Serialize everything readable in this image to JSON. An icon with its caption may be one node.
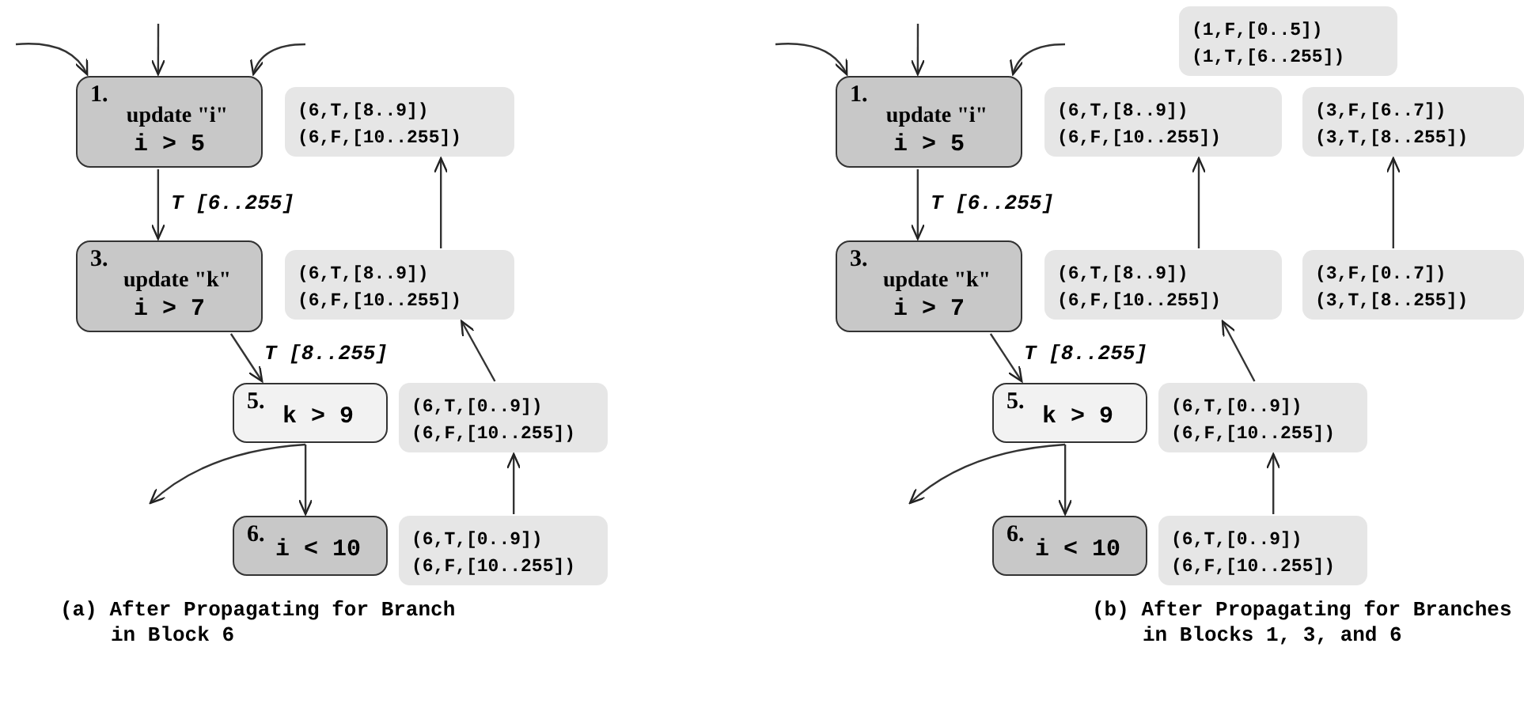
{
  "diagram": {
    "nodes": [
      {
        "text": [
          "1.",
          "update \"i\"",
          "i > 5"
        ]
      },
      {
        "text": [
          "(6,T,[8..9])",
          "(6,F,[10..255])"
        ]
      },
      {
        "text": [
          "3.",
          "update \"k\"",
          "i > 7"
        ]
      },
      {
        "text": [
          "(6,T,[8..9])",
          "(6,F,[10..255])"
        ]
      },
      {
        "text": [
          "5.",
          "k > 9"
        ]
      },
      {
        "text": [
          "(6,T,[0..9])",
          "(6,F,[10..255])"
        ]
      },
      {
        "text": [
          "6.",
          "i < 10"
        ]
      },
      {
        "text": [
          "(6,T,[0..9])",
          "(6,F,[10..255])"
        ]
      },
      {
        "text": [
          "(1,F,[0..5])",
          "(1,T,[6..255])"
        ]
      },
      {
        "text": [
          "1.",
          "update \"i\"",
          "i > 5"
        ]
      },
      {
        "text": [
          "(6,T,[8..9])",
          "(6,F,[10..255])"
        ]
      },
      {
        "text": [
          "(3,F,[6..7])",
          "(3,T,[8..255])"
        ]
      },
      {
        "text": [
          "3.",
          "update \"k\"",
          "i > 7"
        ]
      },
      {
        "text": [
          "(6,T,[8..9])",
          "(6,F,[10..255])"
        ]
      },
      {
        "text": [
          "(3,F,[0..7])",
          "(3,T,[8..255])"
        ]
      },
      {
        "text": [
          "5.",
          "k > 9"
        ]
      },
      {
        "text": [
          "(6,T,[0..9])",
          "(6,F,[10..255])"
        ]
      },
      {
        "text": [
          "6.",
          "i < 10"
        ]
      },
      {
        "text": [
          "(6,T,[0..9])",
          "(6,F,[10..255])"
        ]
      }
    ],
    "edges": [
      {
        "from": null,
        "to": 0,
        "arrow": "to"
      },
      {
        "from": null,
        "to": 0,
        "arrow": "to"
      },
      {
        "from": null,
        "to": 0,
        "arrow": "to"
      },
      {
        "from": 0,
        "to": 2,
        "arrow": "to",
        "label": "T [6..255]"
      },
      {
        "from": 2,
        "to": 4,
        "arrow": "to",
        "label": "T [8..255]"
      },
      {
        "from": 4,
        "to": null,
        "arrow": "to"
      },
      {
        "from": 4,
        "to": 6,
        "arrow": "to"
      },
      {
        "from": 7,
        "to": 5,
        "arrow": "to"
      },
      {
        "from": 5,
        "to": 3,
        "arrow": "to"
      },
      {
        "from": 3,
        "to": 1,
        "arrow": "to"
      },
      {
        "from": null,
        "to": 9,
        "arrow": "to"
      },
      {
        "from": null,
        "to": 9,
        "arrow": "to"
      },
      {
        "from": null,
        "to": 9,
        "arrow": "to"
      },
      {
        "from": 9,
        "to": 12,
        "arrow": "to",
        "label": "T [6..255]"
      },
      {
        "from": 12,
        "to": 15,
        "arrow": "to",
        "label": "T [8..255]"
      },
      {
        "from": 15,
        "to": null,
        "arrow": "to"
      },
      {
        "from": 15,
        "to": 17,
        "arrow": "to"
      },
      {
        "from": 18,
        "to": 16,
        "arrow": "to"
      },
      {
        "from": 16,
        "to": 13,
        "arrow": "to"
      },
      {
        "from": 13,
        "to": 10,
        "arrow": "to"
      },
      {
        "from": 14,
        "to": 11,
        "arrow": "to"
      }
    ],
    "labels": [
      "(a) After Propagating for Branch in Block 6",
      "(b) After Propagating for Branches in Blocks 1, 3, and 6"
    ]
  }
}
